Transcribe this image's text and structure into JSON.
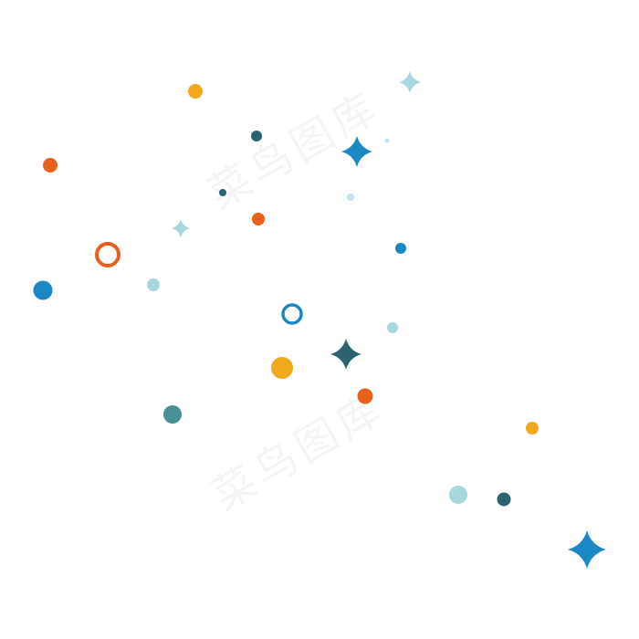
{
  "colors": {
    "orange": "#E8601C",
    "yellow": "#F2A81D",
    "blue": "#1B87C4",
    "dark_teal": "#2B6470",
    "teal": "#4A8F93",
    "light_blue": "#A9D7DE",
    "pale_blue": "#C6E2EE"
  },
  "watermark": {
    "text": "菜鸟图库"
  },
  "shapes": [
    "dot",
    "dot",
    "dot",
    "dot",
    "dot",
    "dot",
    "dot",
    "dot",
    "dot",
    "dot",
    "dot",
    "dot",
    "dot",
    "dot",
    "dot",
    "dot",
    "dot",
    "dot",
    "dot",
    "ring",
    "ring",
    "sparkle-icon",
    "sparkle-icon",
    "sparkle-icon",
    "sparkle-icon",
    "sparkle-icon"
  ]
}
